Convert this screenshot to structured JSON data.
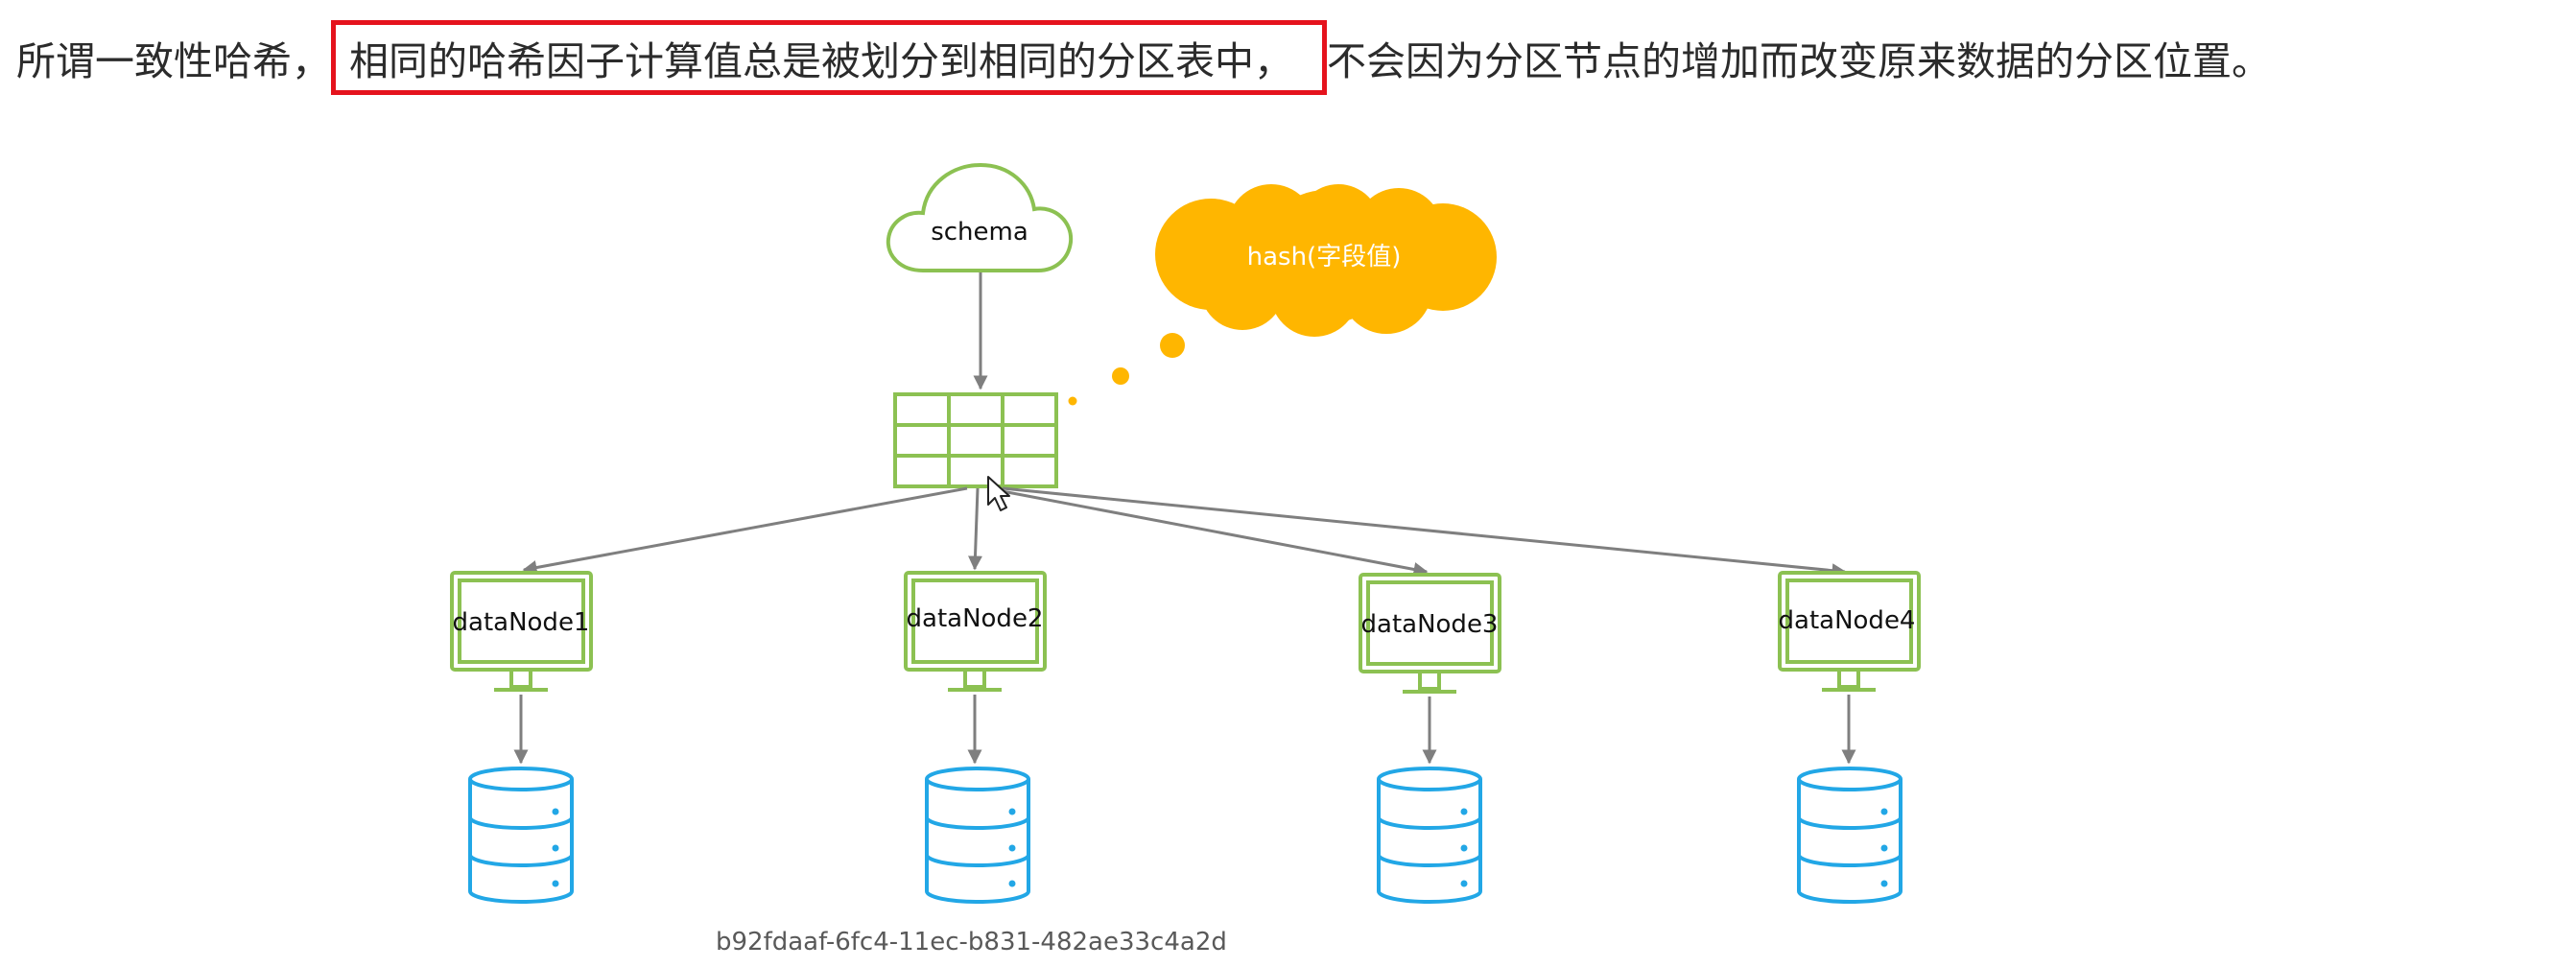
{
  "sentence": {
    "prefix": "所谓一致性哈希，",
    "highlight": "相同的哈希因子计算值总是被划分到相同的分区表中，",
    "suffix": "不会因为分区节点的增加而改变原来数据的分区位置。"
  },
  "diagram": {
    "schema_label": "schema",
    "hash_label": "hash(字段值)",
    "nodes": [
      {
        "label": "dataNode1"
      },
      {
        "label": "dataNode2"
      },
      {
        "label": "dataNode3"
      },
      {
        "label": "dataNode4"
      }
    ],
    "watermark": "b92fdaaf-6fc4-11ec-b831-482ae33c4a2d"
  },
  "icons": {
    "schema": "cloud-icon",
    "hash": "thought-cloud-icon",
    "table": "table-grid-icon",
    "node": "monitor-icon",
    "storage": "database-icon",
    "pointer": "mouse-cursor-icon"
  },
  "colors": {
    "highlight_border": "#e5131d",
    "green": "#8cc152",
    "orange": "#ffb600",
    "blue": "#22a7e6",
    "arrow": "#7f7f7f"
  }
}
